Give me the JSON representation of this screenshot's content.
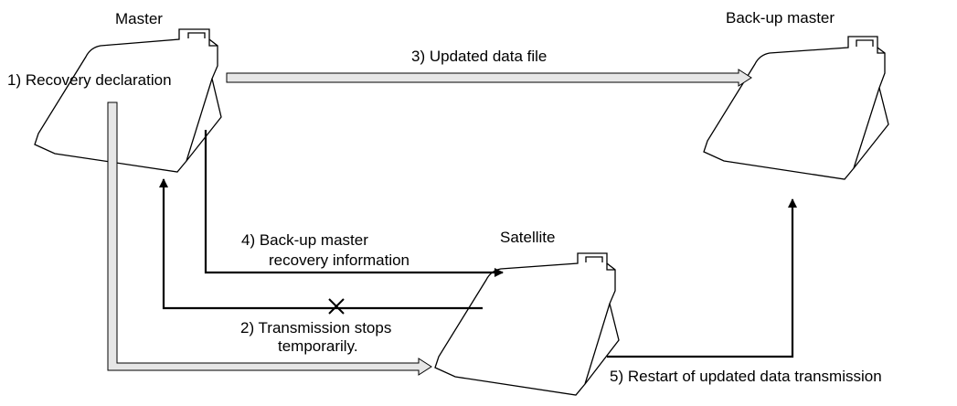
{
  "nodes": {
    "master": "Master",
    "backup_master": "Back-up master",
    "satellite": "Satellite"
  },
  "steps": {
    "s1": "1) Recovery declaration",
    "s2_line1": "2) Transmission stops",
    "s2_line2": "temporarily.",
    "s3": "3) Updated data file",
    "s4_line1": "4) Back-up master",
    "s4_line2": "recovery information",
    "s5": "5) Restart of updated data transmission"
  },
  "colors": {
    "line": "#000000",
    "hollow_arrow_fill": "#e6e6e6"
  }
}
